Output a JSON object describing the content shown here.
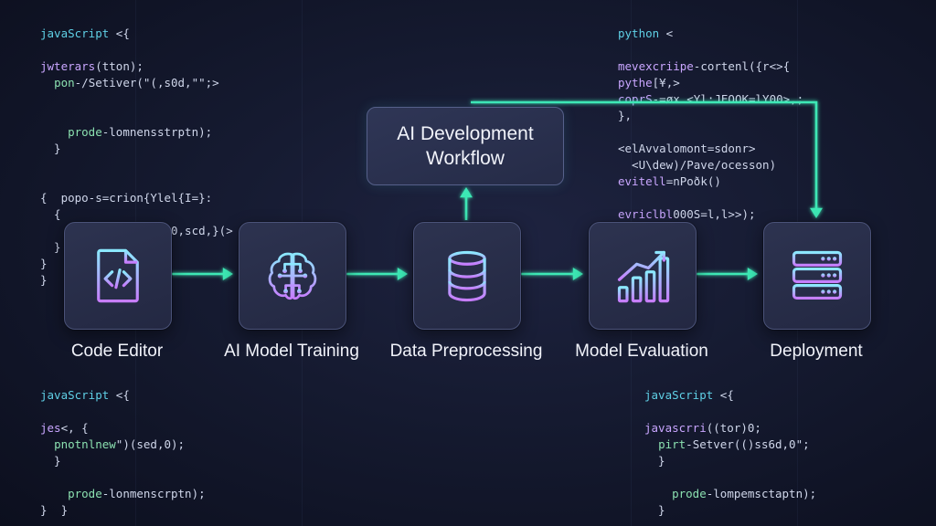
{
  "diagram": {
    "title_lines": [
      "AI Development",
      "Workflow"
    ],
    "nodes": [
      {
        "id": "code-editor",
        "label": "Code Editor",
        "icon": "code-file-icon"
      },
      {
        "id": "ai-model-training",
        "label": "AI Model Training",
        "icon": "brain-circuit-icon"
      },
      {
        "id": "data-preprocessing",
        "label": "Data Preprocessing",
        "icon": "database-icon"
      },
      {
        "id": "model-evaluation",
        "label": "Model Evaluation",
        "icon": "bar-chart-icon"
      },
      {
        "id": "deployment",
        "label": "Deployment",
        "icon": "server-stack-icon"
      }
    ],
    "edges": [
      {
        "from": "code-editor",
        "to": "ai-model-training"
      },
      {
        "from": "ai-model-training",
        "to": "data-preprocessing"
      },
      {
        "from": "data-preprocessing",
        "to": "model-evaluation"
      },
      {
        "from": "model-evaluation",
        "to": "deployment"
      },
      {
        "from": "data-preprocessing",
        "to": "title"
      },
      {
        "from": "title",
        "to": "deployment"
      }
    ],
    "colors": {
      "accent": "#3ee8b5",
      "node_fill": "#2a2f4a",
      "node_border": "#4a5278",
      "icon_gradient_start": "#8be9ff",
      "icon_gradient_end": "#c77dff",
      "background": "#151a30"
    }
  },
  "code_snippets": {
    "top_left": [
      "javaScript <{",
      "",
      "jwterars(tton);",
      "  pon-/Setiver(\"(,s0d,\"\";>",
      "",
      "",
      "    prode-lomnensstrptn);",
      "  }",
      "",
      "",
      "{  popo-s=crion{Ylel{I=}:",
      "  {",
      "    prode-Pfciinent0,scd,}(>",
      "  }",
      "}",
      "}"
    ],
    "top_right": [
      "python <",
      "",
      "mevexcriipe-cortenl({r<>{",
      "pythe[¥,>",
      "coprS-=øx.<Yl:JEOOK=lY00>,;",
      "},",
      "",
      "<elAvvalomont=sdonr>",
      "  <U\\dew)/Pave/ocesson)",
      "evitell=nPoðk()",
      "",
      "evriclbl000S=l,l>>);",
      "}"
    ],
    "bottom_left": [
      "javaScript <{",
      "",
      "jes<, {",
      "  pnotnlnew\")(sed,0);",
      "  }",
      "",
      "    prode-lonmenscrptn);",
      "}  }"
    ],
    "bottom_right": [
      "javaScript <{",
      "",
      "javascrri((tor)0;",
      "  pirt-Setver(()ss6d,0\";",
      "  }",
      "",
      "    prode-lompemsctaptn);",
      "  }"
    ]
  }
}
